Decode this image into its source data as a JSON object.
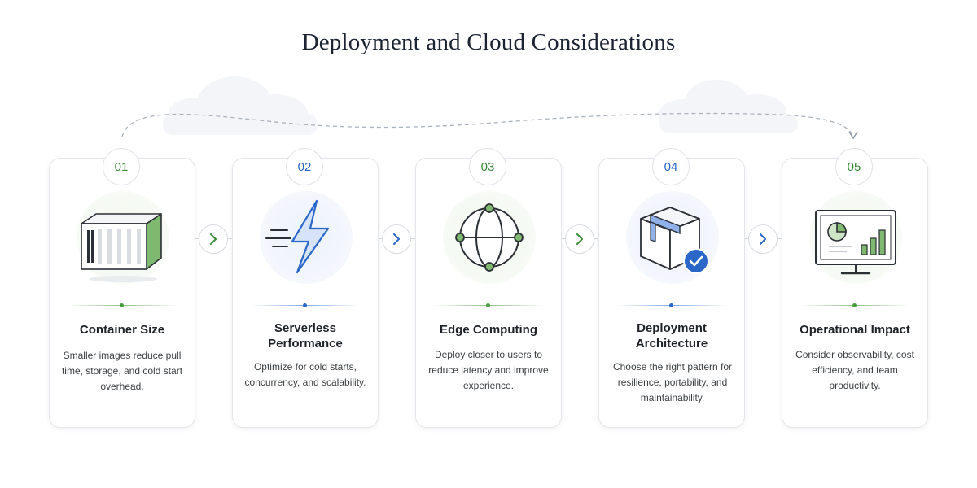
{
  "title": "Deployment and Cloud Considerations",
  "colors": {
    "green": "#3c8a3a",
    "blue": "#2a67c9",
    "border": "#e3e6ea",
    "text": "#1f2328"
  },
  "steps": [
    {
      "number": "01",
      "title": "Container Size",
      "description": "Smaller images reduce pull time, storage, and cold start overhead.",
      "icon": "shipping-container-icon",
      "accent": "green"
    },
    {
      "number": "02",
      "title": "Serverless Performance",
      "description": "Optimize for cold starts, concurrency, and scalability.",
      "icon": "lightning-bolt-icon",
      "accent": "blue"
    },
    {
      "number": "03",
      "title": "Edge Computing",
      "description": "Deploy closer to users to reduce latency and improve experience.",
      "icon": "globe-network-icon",
      "accent": "green"
    },
    {
      "number": "04",
      "title": "Deployment Architecture",
      "description": "Choose the right pattern for resilience, portability, and maintainability.",
      "icon": "package-check-icon",
      "accent": "blue"
    },
    {
      "number": "05",
      "title": "Operational Impact",
      "description": "Consider observability, cost efficiency, and team productivity.",
      "icon": "monitor-dashboard-icon",
      "accent": "green"
    }
  ],
  "connectors": [
    {
      "icon": "chevron-right-icon",
      "accent": "green"
    },
    {
      "icon": "chevron-right-icon",
      "accent": "blue"
    },
    {
      "icon": "chevron-right-icon",
      "accent": "green"
    },
    {
      "icon": "chevron-right-icon",
      "accent": "blue"
    }
  ]
}
